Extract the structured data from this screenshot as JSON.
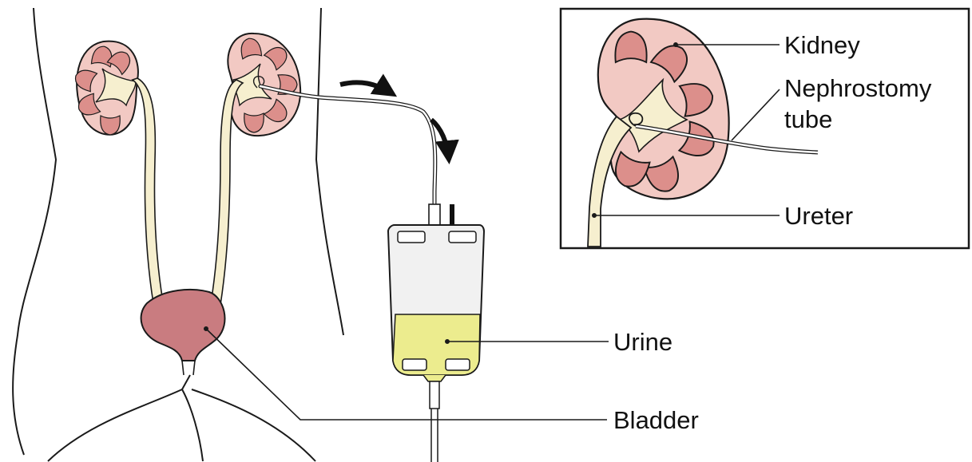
{
  "labels": {
    "kidney": "Kidney",
    "nephrostomy_line1": "Nephrostomy",
    "nephrostomy_line2": "tube",
    "ureter": "Ureter",
    "urine": "Urine",
    "bladder": "Bladder"
  },
  "colors": {
    "kidney_fill": "#f2c9c3",
    "pyramid_fill": "#dc8f8b",
    "pelvis_fill": "#f6efcf",
    "bladder_fill": "#c97c80",
    "urine_fill": "#ecec8e",
    "outline": "#1a1a1a"
  }
}
